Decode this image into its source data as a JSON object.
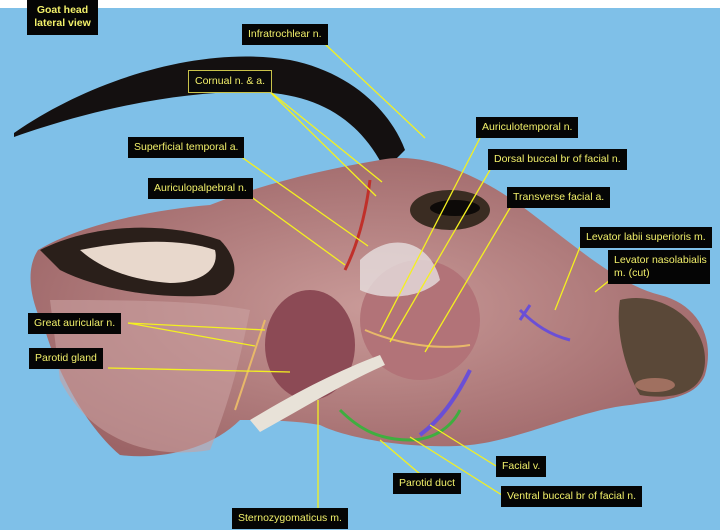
{
  "title": "Goat head lateral view",
  "title_lines": [
    "Goat head",
    "lateral view"
  ],
  "labels": {
    "infratrochlear": "Infratrochlear n.",
    "cornual": "Cornual n. & a.",
    "superficial_temporal": "Superficial temporal a.",
    "auriculopalpebral": "Auriculopalpebral n.",
    "auriculotemporal": "Auriculotemporal n.",
    "dorsal_buccal": "Dorsal buccal br of facial n.",
    "transverse_facial": "Transverse facial a.",
    "levator_labii": "Levator labii superioris m.",
    "levator_nasolabialis_1": "Levator nasolabialis",
    "levator_nasolabialis_2": "m. (cut)",
    "great_auricular": "Great auricular n.",
    "parotid_gland": "Parotid gland",
    "sternozygomaticus": "Sternozygomaticus m.",
    "parotid_duct": "Parotid duct",
    "facial_v": "Facial v.",
    "ventral_buccal": "Ventral buccal br of facial n."
  },
  "colors": {
    "background": "#7fc0e8",
    "label_text": "#f2f06a",
    "leader": "#f4f020",
    "vein": "#6a4fd6",
    "duct": "#3fae3f"
  }
}
